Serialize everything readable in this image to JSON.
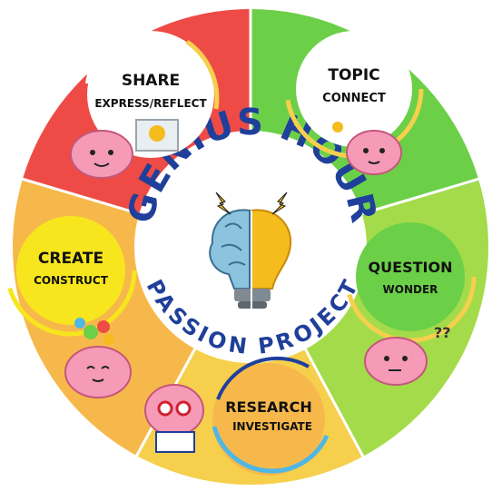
{
  "diagram": {
    "center_title": "GENIUS HOUR",
    "center_subtitle": "PASSION PROJECT",
    "stages": [
      {
        "title": "TOPIC",
        "subtitle": "CONNECT",
        "color": "#6ccf48"
      },
      {
        "title": "QUESTION",
        "subtitle": "WONDER",
        "color": "#a4db4a"
      },
      {
        "title": "RESEARCH",
        "subtitle": "INVESTIGATE",
        "color": "#f6d04c"
      },
      {
        "title": "CREATE",
        "subtitle": "CONSTRUCT",
        "color": "#f7b84b"
      },
      {
        "title": "SHARE",
        "subtitle": "EXPRESS/REFLECT",
        "color": "#ee4b46"
      }
    ],
    "colors": {
      "title_blue": "#1f3f9a",
      "brain": "#8cc4e0",
      "bulb": "#f4bc1c",
      "character_pink": "#f59bb8"
    },
    "icons": [
      "brain-lightbulb-icon",
      "brain-character-icon",
      "lightning-icon"
    ]
  }
}
